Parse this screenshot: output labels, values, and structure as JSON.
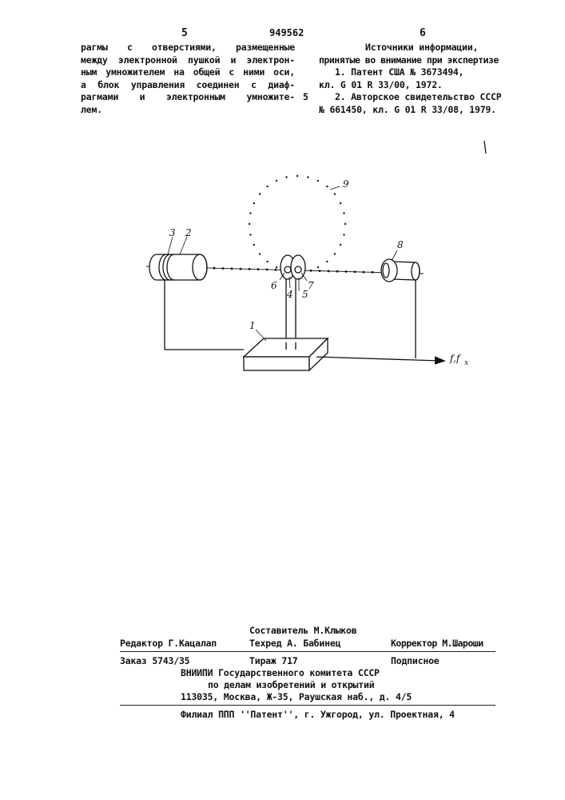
{
  "header": {
    "page_left": "5",
    "patent_number": "949562",
    "page_right": "6"
  },
  "left_column": {
    "lines": [
      "рагмы с отверстиями, размещенные",
      "между электронной пушкой и электрон-",
      "ным умножителем на общей с ними оси,",
      "а блок управления соединен с диаф-",
      "рагмами и электронным умножите-",
      "лем."
    ]
  },
  "margin_mark": "5",
  "right_column": {
    "title_line1": "Источники информации,",
    "title_line2": "принятые во внимание при экспертизе",
    "lines": [
      "1. Патент США № 3673494,",
      "кл. G 01 R 33/00, 1972.",
      "2. Авторское свидетельство СССР",
      "№ 661450, кл. G 01 R 33/08, 1979."
    ]
  },
  "figure": {
    "labels": {
      "l1": "1",
      "l2": "2",
      "l3": "3",
      "l4": "4",
      "l5": "5",
      "l6": "6",
      "l7": "7",
      "l8": "8",
      "l9": "9",
      "output": "f,f",
      "output_sub": "x"
    }
  },
  "footer": {
    "compiler": "Составитель М.Клыков",
    "editor": "Редактор Г.Кацалап",
    "techred": "Техред А. Бабинец",
    "corrector": "Корректор М.Шароши",
    "order": "Заказ 5743/35",
    "circulation": "Тираж 717",
    "subscription": "Подписное",
    "org1": "ВНИИПИ Государственного комитета СССР",
    "org2": "по делам изобретений и открытий",
    "address": "113035, Москва, Ж-35, Раушская наб., д. 4/5",
    "branch": "Филиал ППП ''Патент'', г. Ужгород, ул. Проектная, 4"
  }
}
